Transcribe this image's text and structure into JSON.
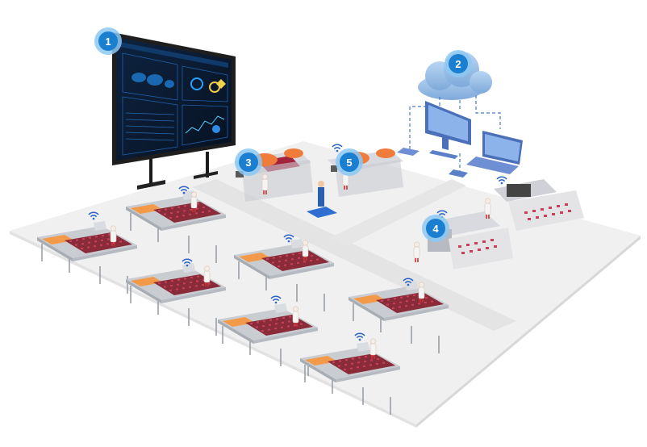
{
  "colors": {
    "floor": "#f0f0f0",
    "floor_shadow": "#e2e2e2",
    "aisle": "#e6e6e6",
    "badge": "#1a7fd0",
    "badge_ring": "#8cc8f3",
    "screen_bg": "#0b1a2e",
    "screen_frame": "#1e1e1e",
    "conveyor_metal": "#c9ccd1",
    "conveyor_belt": "#8a2b3a",
    "conveyor_dots": "#c9405c",
    "orange_trays": "#f29a4a",
    "cloud": "#9fc3e8",
    "device": "#5b7fc9",
    "wifi": "#2a63c7"
  },
  "markers": [
    {
      "label": "1",
      "meaning": "display-wall"
    },
    {
      "label": "2",
      "meaning": "cloud-server"
    },
    {
      "label": "3",
      "meaning": "processing-station-a"
    },
    {
      "label": "4",
      "meaning": "packaging-station"
    },
    {
      "label": "5",
      "meaning": "operator-station"
    }
  ],
  "icons": {
    "wifi": "wifi-icon",
    "cloud": "cloud-icon",
    "monitor": "monitor-icon",
    "laptop": "laptop-icon",
    "worker": "worker-icon"
  }
}
